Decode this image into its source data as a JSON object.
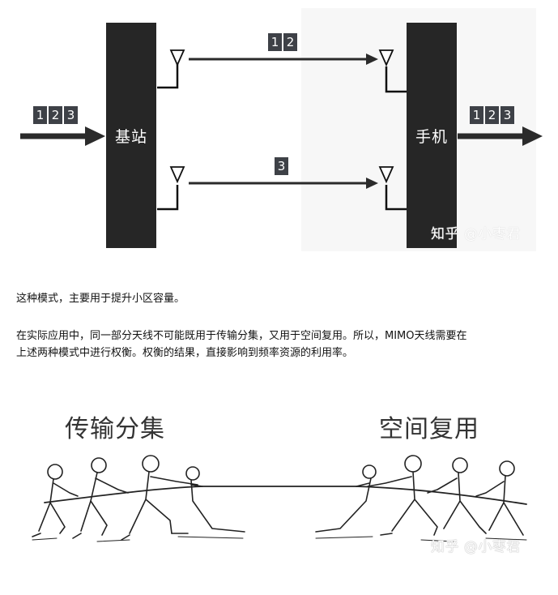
{
  "diagram": {
    "base_station_label": "基站",
    "phone_label": "手机",
    "input_stream": [
      "1",
      "2",
      "3"
    ],
    "upper_link_stream": [
      "1",
      "2"
    ],
    "lower_link_stream": [
      "3"
    ],
    "output_stream": [
      "1",
      "2",
      "3"
    ],
    "watermark": "知乎 @小枣君"
  },
  "text": {
    "para1": "这种模式，主要用于提升小区容量。",
    "para2_line1": "在实际应用中，同一部分天线不可能既用于传输分集，又用于空间复用。所以，MIMO天线需要在",
    "para2_line2": "上述两种模式中进行权衡。权衡的结果，直接影响到频率资源的利用率。"
  },
  "illustration": {
    "left_title": "传输分集",
    "right_title": "空间复用",
    "watermark": "知乎 @小枣君"
  }
}
